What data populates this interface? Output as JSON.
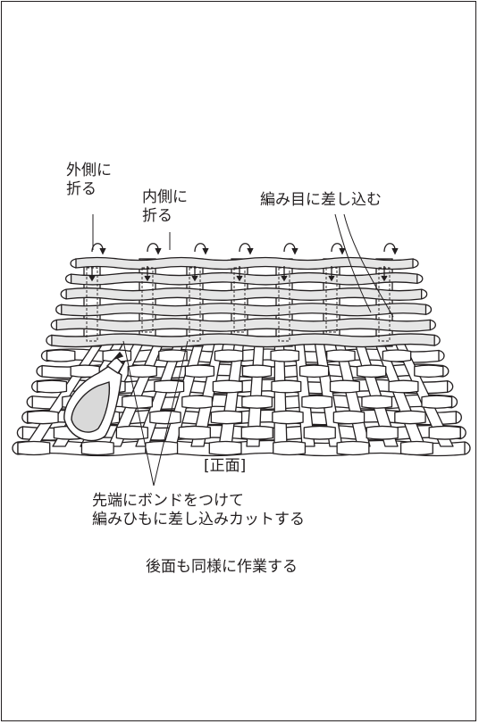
{
  "labels": {
    "fold_outside": "外側に\n折る",
    "fold_inside": "内側に\n折る",
    "insert_weave": "編み目に差し込む",
    "view_front": "[正面]",
    "bond_instruction": "先端にボンドをつけて\n編みひもに差し込みカットする",
    "back_same": "後面も同様に作業する"
  },
  "colors": {
    "line": "#231f20",
    "band_fill": "#e6e6e6",
    "paper": "#ffffff"
  },
  "icons": {
    "glue_bottle": "glue-bottle-icon",
    "fold_arrow": "curved-arrow-icon"
  }
}
